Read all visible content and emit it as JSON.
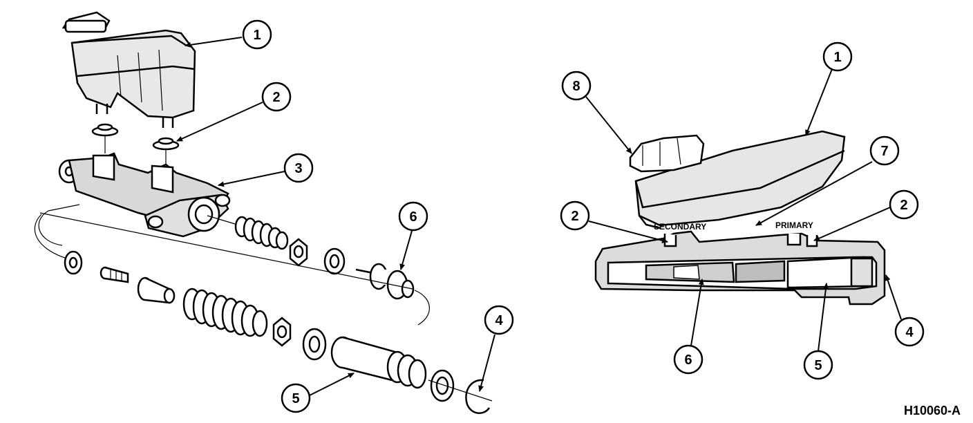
{
  "figure_id": "H10060-A",
  "left_view": {
    "callouts": [
      "1",
      "2",
      "3",
      "6",
      "4",
      "5"
    ]
  },
  "right_view": {
    "callouts": [
      "8",
      "1",
      "7",
      "2",
      "2",
      "6",
      "5",
      "4"
    ],
    "labels": {
      "secondary": "SECONDARY",
      "primary": "PRIMARY"
    }
  }
}
